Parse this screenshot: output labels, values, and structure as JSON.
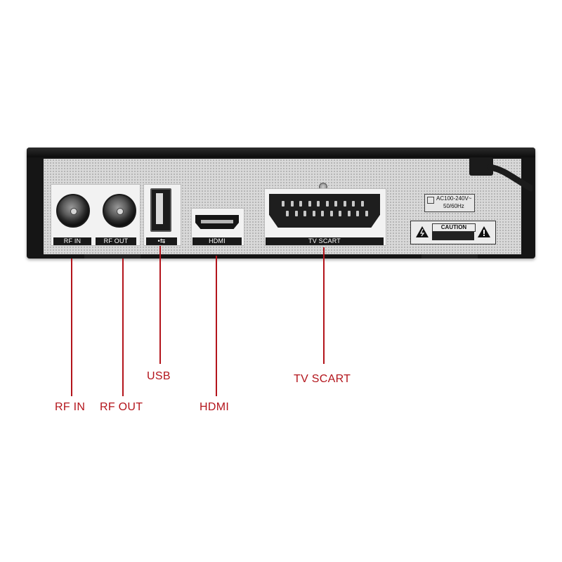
{
  "ports": {
    "rf_in": {
      "panel_label": "RF IN",
      "callout": "RF IN"
    },
    "rf_out": {
      "panel_label": "RF OUT",
      "callout": "RF OUT"
    },
    "usb": {
      "panel_label": "•⇆",
      "callout": "USB"
    },
    "hdmi": {
      "panel_label": "HDMI",
      "callout": "HDMI"
    },
    "tv_scart": {
      "panel_label": "TV SCART",
      "callout": "TV SCART"
    }
  },
  "power_rating": {
    "line1": "AC100-240V~",
    "line2": "50/60Hz"
  },
  "caution": {
    "title": "CAUTION"
  },
  "colors": {
    "callout": "#b3141b",
    "device_body": "#151515",
    "panel": "#d9d9d9"
  }
}
